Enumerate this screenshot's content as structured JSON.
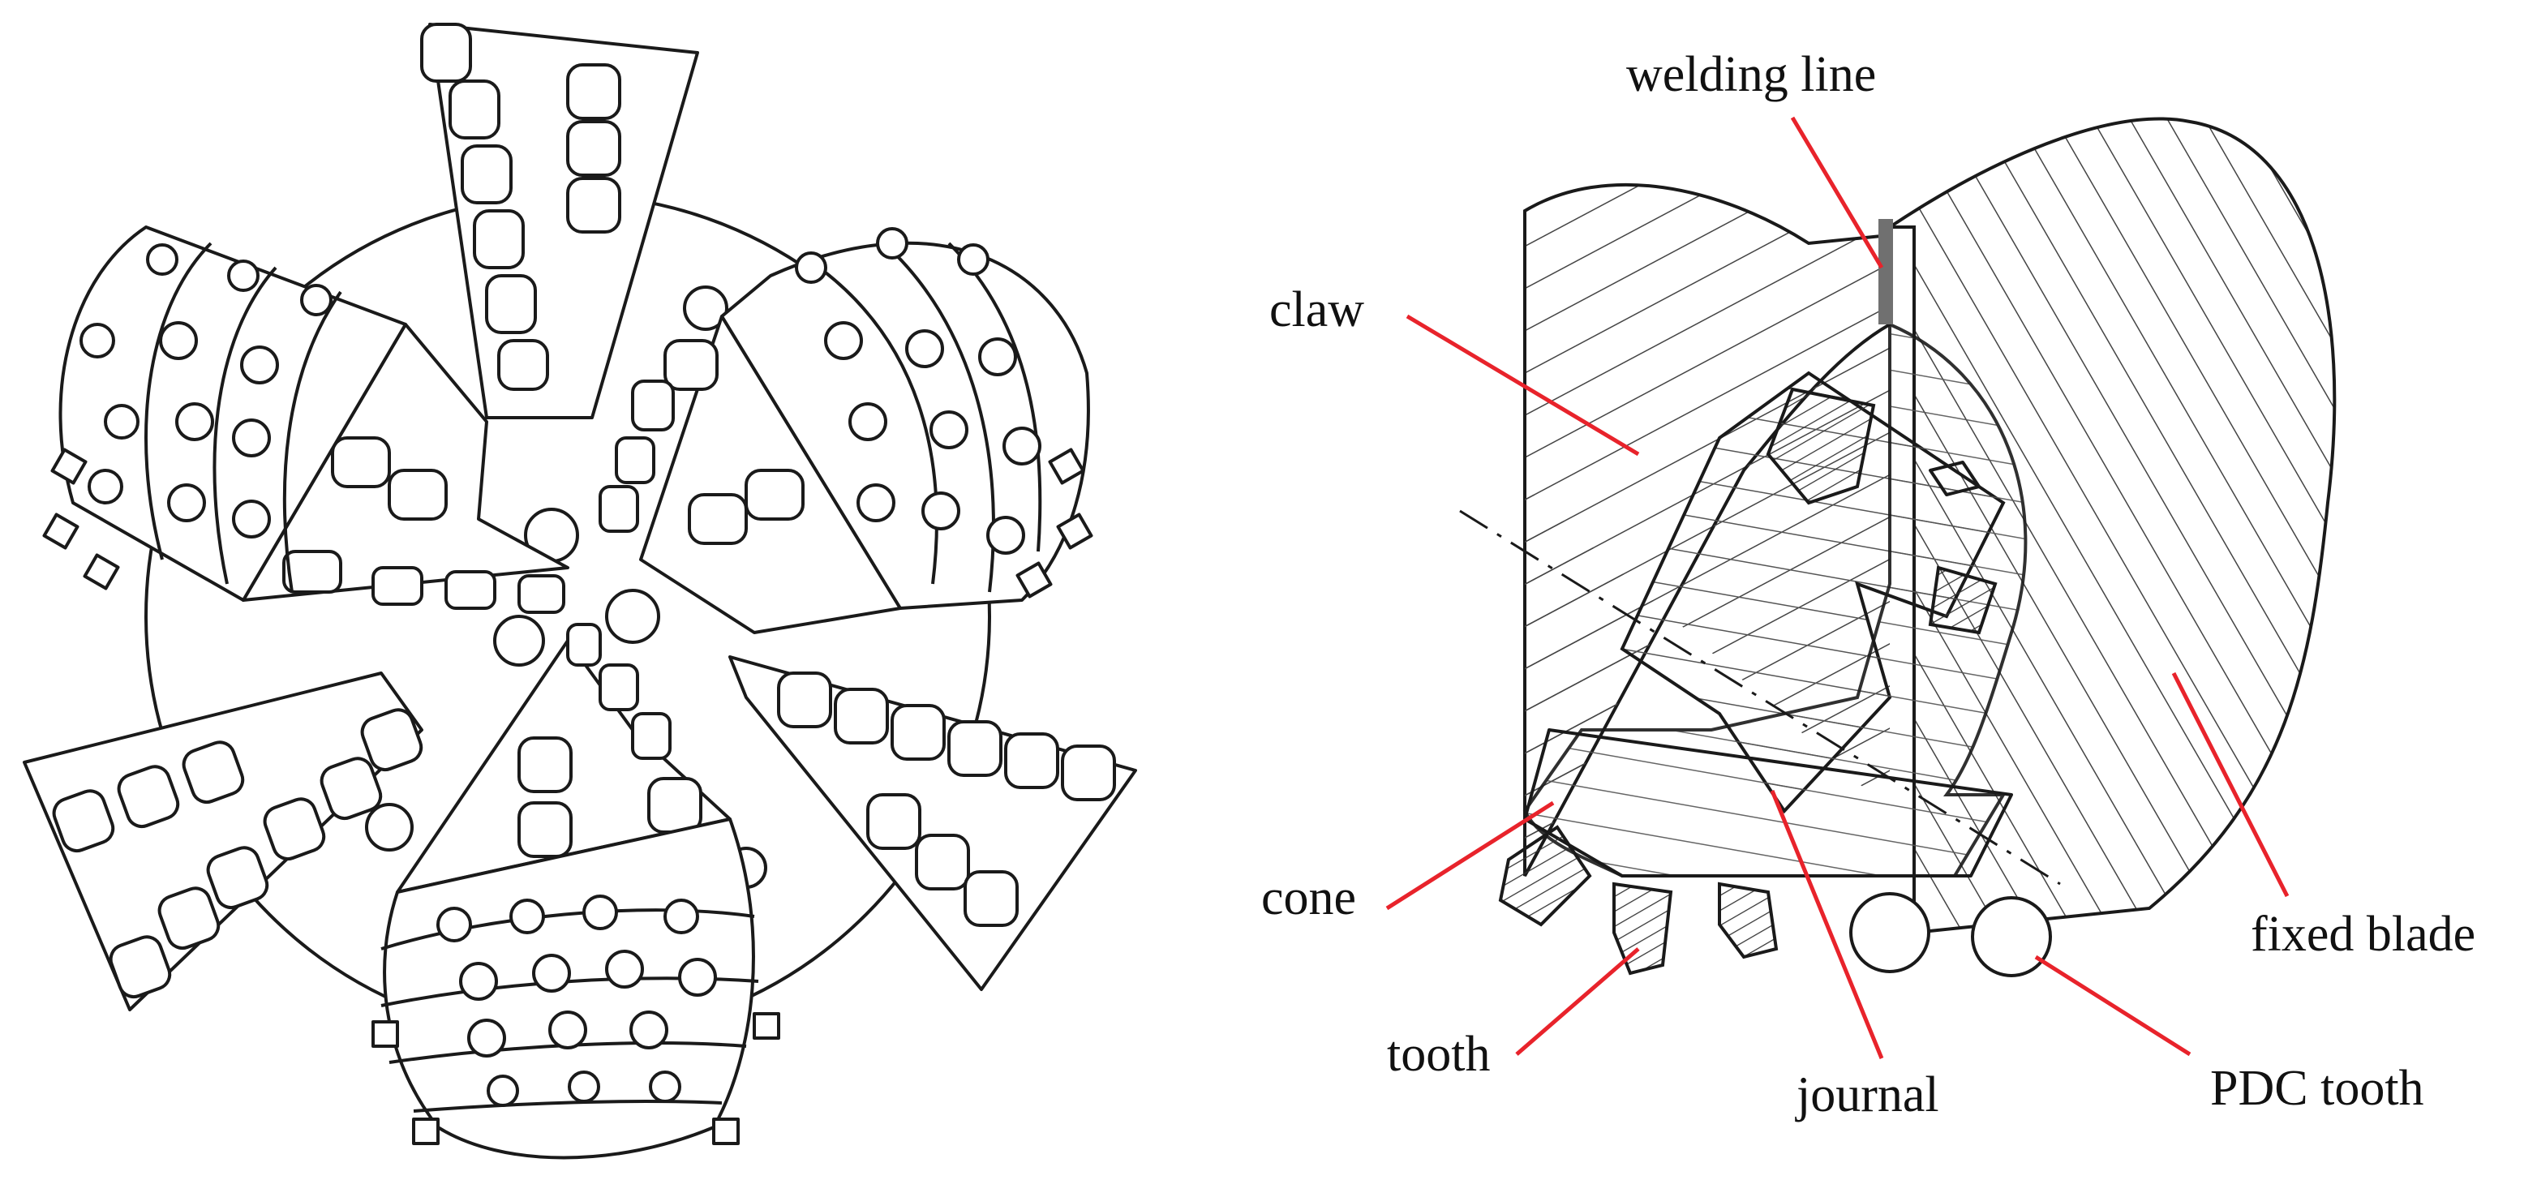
{
  "labels": {
    "welding_line": "welding line",
    "claw": "claw",
    "cone": "cone",
    "tooth": "tooth",
    "journal": "journal",
    "pdc_tooth": "PDC tooth",
    "fixed_blade": "fixed blade"
  },
  "colors": {
    "leader_line": "#e8232b",
    "line_art": "#1a1a1a",
    "weld_seam": "#707070",
    "background": "#ffffff"
  }
}
